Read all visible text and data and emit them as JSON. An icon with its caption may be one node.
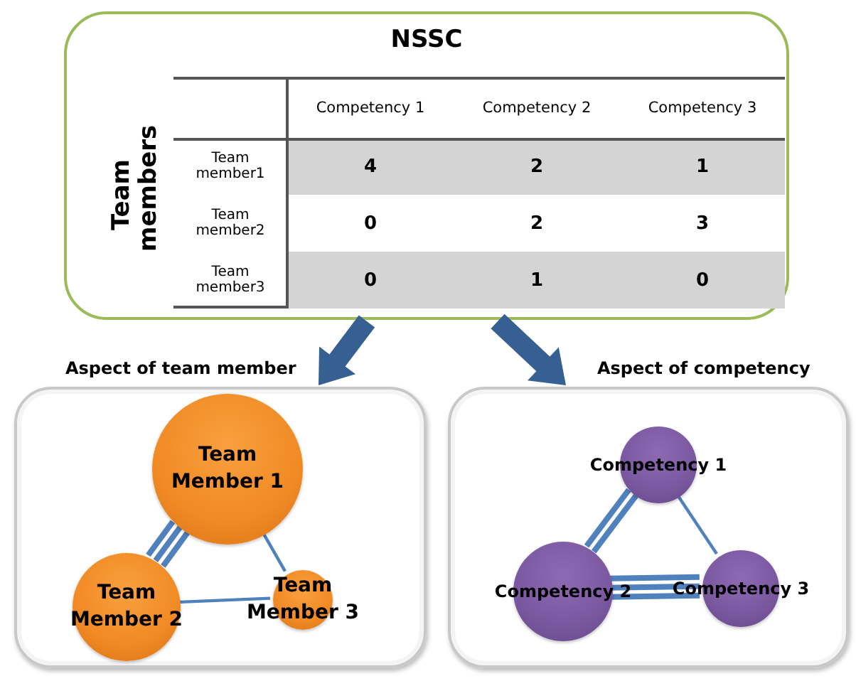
{
  "diagram": {
    "nodes": [
      {
        "text": [
          "NSSC"
        ]
      },
      {
        "text": [
          "Aspect of team member"
        ]
      },
      {
        "text": [
          "Team Member 1"
        ],
        "in": 1
      },
      {
        "text": [
          "Team Member 2"
        ],
        "in": 1
      },
      {
        "text": [
          "Team Member 3"
        ],
        "in": 1
      },
      {
        "text": [
          "Aspect of competency"
        ]
      },
      {
        "text": [
          "Competency 1"
        ],
        "in": 5
      },
      {
        "text": [
          "Competency 2"
        ],
        "in": 5
      },
      {
        "text": [
          "Competency 3"
        ],
        "in": 5
      }
    ],
    "edges": [
      {
        "from": 0,
        "to": 1,
        "arrow": "to",
        "style": "thick",
        "color": "#376092"
      },
      {
        "from": 0,
        "to": 5,
        "arrow": "to",
        "style": "thick",
        "color": "#376092"
      },
      {
        "from": 2,
        "to": 3,
        "arrow": "none",
        "style": "thick"
      },
      {
        "from": 2,
        "to": 4,
        "arrow": "none"
      },
      {
        "from": 3,
        "to": 4,
        "arrow": "none"
      },
      {
        "from": 6,
        "to": 7,
        "arrow": "none",
        "style": "thick"
      },
      {
        "from": 6,
        "to": 8,
        "arrow": "none"
      },
      {
        "from": 7,
        "to": 8,
        "arrow": "none",
        "style": "thick"
      }
    ],
    "labels": [
      "Team members",
      "Competency 1",
      "Competency 2",
      "Competency 3",
      "Team member1",
      "4",
      "2",
      "1",
      "Team member2",
      "0",
      "2",
      "3",
      "Team member3",
      "0",
      "1",
      "0"
    ]
  }
}
